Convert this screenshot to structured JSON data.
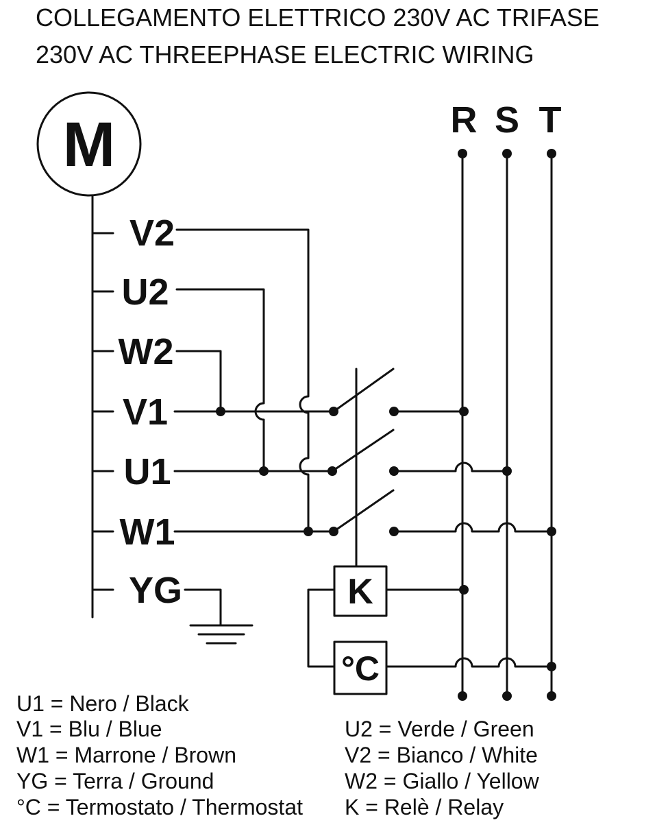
{
  "title": {
    "line1": "COLLEGAMENTO ELETTRICO 230V AC TRIFASE",
    "line2": "230V AC THREEPHASE ELECTRIC WIRING"
  },
  "motor": {
    "label": "M"
  },
  "phases": {
    "r": "R",
    "s": "S",
    "t": "T"
  },
  "terminals": {
    "v2": "V2",
    "u2": "U2",
    "w2": "W2",
    "v1": "V1",
    "u1": "U1",
    "w1": "W1",
    "yg": "YG"
  },
  "relay": {
    "label": "K"
  },
  "thermostat": {
    "label": "°C"
  },
  "legend": {
    "left": [
      "U1 = Nero / Black",
      "V1 = Blu / Blue",
      "W1 = Marrone / Brown",
      "YG = Terra / Ground",
      "°C = Termostato / Thermostat"
    ],
    "right": [
      "U2 = Verde / Green",
      "V2 = Bianco / White",
      "W2 = Giallo / Yellow",
      "K = Relè / Relay"
    ]
  },
  "colors": {
    "ink": "#111111",
    "background": "#ffffff"
  }
}
